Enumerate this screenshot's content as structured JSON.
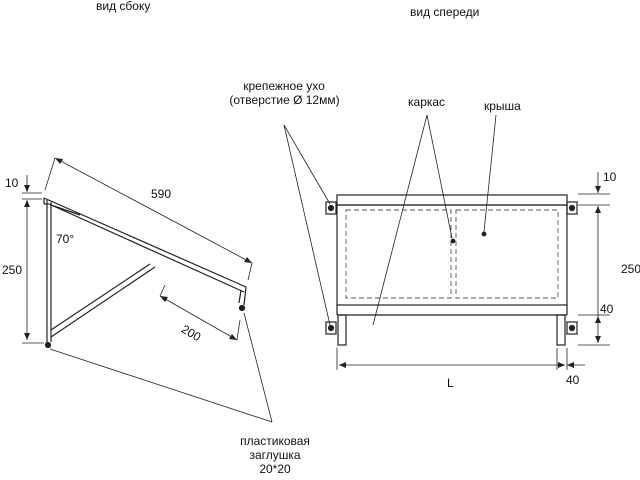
{
  "views": {
    "side": "вид сбоку",
    "front": "вид спереди"
  },
  "callouts": {
    "mount_ear_line1": "крепежное ухо",
    "mount_ear_line2": "(отверстие  Ø 12мм)",
    "frame": "каркас",
    "roof": "крыша",
    "cap_line1": "пластиковая",
    "cap_line2": "заглушка",
    "cap_line3": "20*20"
  },
  "dimensions": {
    "side_top": "10",
    "side_height": "250",
    "side_length": "590",
    "side_angle": "70°",
    "side_brace": "200",
    "front_top": "10",
    "front_height": "250",
    "front_foot": "40",
    "front_width": "L",
    "front_edge": "40"
  },
  "colors": {
    "line": "#222222",
    "dashed": "#555555"
  }
}
